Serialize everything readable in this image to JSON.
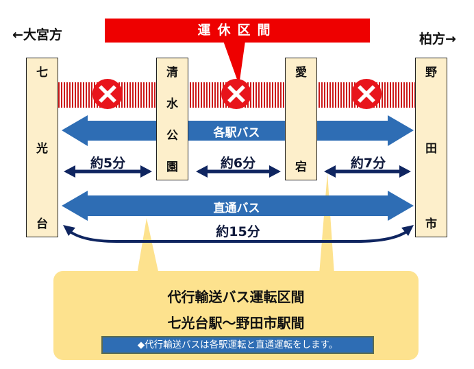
{
  "directions": {
    "left": "←大宮方",
    "right": "柏方→"
  },
  "suspension_banner": {
    "label": "運休区間",
    "color": "#ee0000"
  },
  "stations": [
    {
      "id": "nanakodai",
      "chars": [
        "七",
        "光",
        "台"
      ]
    },
    {
      "id": "shimizukoen",
      "chars": [
        "清",
        "水",
        "公",
        "園"
      ]
    },
    {
      "id": "atago",
      "chars": [
        "愛",
        "宕"
      ]
    },
    {
      "id": "nodashi",
      "chars": [
        "野",
        "田",
        "市"
      ]
    }
  ],
  "suspended_markers": {
    "icon": "cross-circle-icon",
    "count": 3,
    "color": "#e8141b"
  },
  "routes": {
    "local_bus": {
      "label": "各駅バス",
      "color": "#2e6db4"
    },
    "express_bus": {
      "label": "直通バス",
      "color": "#2e6db4"
    }
  },
  "travel_times": {
    "seg1": "約5分",
    "seg2": "約6分",
    "seg3": "約7分",
    "total": "約15分",
    "arrow_color": "#0f2560"
  },
  "callout": {
    "title": "代行輸送バス運転区間",
    "subtitle": "七光台駅～野田市駅間",
    "note": "◆代行輸送バスは各駅運転と直通運転をします。",
    "background": "#fde28e"
  }
}
